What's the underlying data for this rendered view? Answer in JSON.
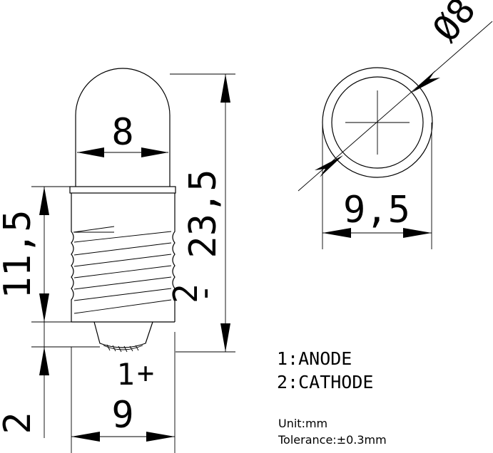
{
  "dimensions": {
    "bulb_width": "8",
    "overall_length": "23,5",
    "thread_length": "11,5",
    "base_height": "2",
    "base_width": "9",
    "front_diameter": "9,5",
    "diameter_symbol_value": "Ø8"
  },
  "markers": {
    "contact_1": "1",
    "contact_1_polarity": "+",
    "contact_2": "2",
    "contact_2_polarity": "-"
  },
  "legend": {
    "line1": "1:ANODE",
    "line2": "2:CATHODE"
  },
  "notes": {
    "unit": "Unit:mm",
    "tolerance": "Tolerance:±0.3mm"
  }
}
